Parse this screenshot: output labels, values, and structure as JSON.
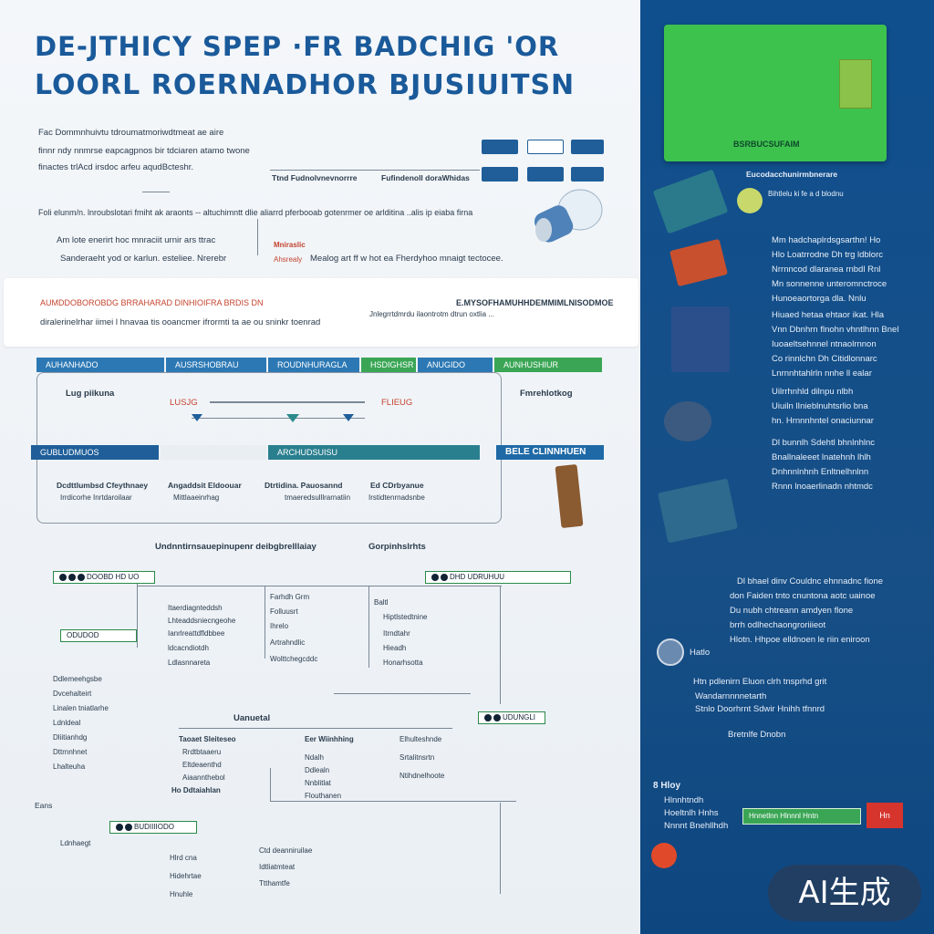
{
  "title": {
    "line1": "DE-JTHICY SPEP ·FR BADCHIG 'OR",
    "line2": "LOORL ROERNADHOR BJUSIUITSN"
  },
  "intro": {
    "lines": [
      "Fac Dommnhuivtu tdroumatmoriwdtmeat ae aire",
      "finnr ndy nnmrse eapcagpnos bir tdciaren atamo twone",
      "finactes trlAcd irsdoc arfeu aqudBcteshr."
    ]
  },
  "top_chips": [
    "",
    "",
    "",
    "",
    "",
    ""
  ],
  "section1": {
    "mid_label": "Ttnd Fudnolvnevnorrre",
    "mid_label2": "Fufindenoll doraWhidas",
    "lead": "Foli elunm/n. lnroubslotari   fmiht ak araonts -- altuchimntt dlie aliarrd pferbooab gotenrmer oe arlditina ..alis ip eiaba  firna",
    "note1": "Am lote enerirt hoc mnraciit urnir ars ttrac",
    "note2": "Sanderaeht yod or karlun. esteliee. Nrerebr",
    "red_label": "Mniraslic",
    "red_sub": "Ahsrealy",
    "note3": "Mealog art ff w hot ea Fherdyhoo mnaigt tectocee."
  },
  "section2": {
    "red_line": "AUMDDOBOROBDG BRRAHARAD DINHIOIFRA BRDIS   DN",
    "line": "diralerinelrhar iimei l hnavaa tis ooancmer ifrormti ta ae ou sninkr toenrad",
    "right_title": "E.MYSOFHAMUHHDEMMIMLNISODMOE",
    "right_sub": "Jnlegrrtdmrdu ilaontrotm dtrun oxtlia ..."
  },
  "flow_bar": {
    "segments": [
      "AUHANHADO",
      "AUSRSHOBRAU",
      "ROUDNHURAGLA",
      "HSDIGHSR",
      "ANUGIDO",
      "AUNHUSHIUR"
    ]
  },
  "flow_inner": {
    "left_label": "Lug piikuna",
    "red1": "LUSJG",
    "red2": "FLIEUG",
    "right_label": "Fmrehlotkog"
  },
  "flow_bar2": {
    "left": "GUBLUDMUOS",
    "mid": "ARCHUDSUISU",
    "right": "BELE CLINNHUEN"
  },
  "flow_cols": [
    {
      "title": "Dcdttlumbsd Cfeythnaey",
      "sub": "Irrdicorhe Inrtdaroilaar"
    },
    {
      "title": "Angaddsit Eldoouar",
      "sub": "Mittlaaeinrhag"
    },
    {
      "title": "Dtrtidina. Pauosannd",
      "sub": "tmaeredsulllrarnatiin"
    },
    {
      "title": "Ed CDrbyanue",
      "sub": "Irstidtenrnadsnbe"
    }
  ],
  "section3": {
    "title": "Undnntirnsauepinupenr deibgbrelllaiay",
    "title2": "Gorpinhslrhts",
    "tags": [
      "DOOBD HD UO",
      "DHD UDRUHUU",
      "ODUDOD",
      "UDUNGLI"
    ],
    "col1": [
      "Itaerdiagnteddsh",
      "Lhteaddsniecngeohe",
      "Ianrlreattdfldbbee",
      "ldcacndiotdh",
      "Ldlasnnareta"
    ],
    "col2": [
      "Farhdh Grm",
      "Folluusrt",
      "Ihrelo",
      "Artrahndlic",
      "Wolttchegcddc"
    ],
    "col3": [
      "Baltl",
      "Hiptlstedtnine",
      "Itrndtahr",
      "Hieadh",
      "Honarhsotta"
    ],
    "left_list": [
      "Ddlemeehgsbe",
      "Dvcehalteirt",
      "Linalen tniatlarhe",
      "Ldnldeal",
      "Dliitianhdg",
      "Dttrnnhnet",
      "Lhalteuha"
    ],
    "mid_title": "Uanuetal",
    "mid_items": [
      "Taoaet Sleiteseo",
      "Rrdtbtaaeru",
      "Eltdeaenthd",
      "Aiaannthebol",
      "Ho Ddtaiahlan"
    ],
    "mid2_title": "Eer Wiinhhing",
    "mid2_items": [
      "Ndalh",
      "Ddlealn",
      "Nnblitlat",
      "Flouthanen"
    ],
    "bottom_tag": "BUDIIIIODO",
    "bottom_items": [
      "Ldnhaegt",
      "Hlrd cna",
      "Hidehrtae",
      "Hnuhle"
    ],
    "bottom_mid": [
      "Ctd deanniruilae",
      "Idtliatmteat",
      "Ttthamtfe"
    ],
    "bottom_right": [
      "Elhulteshnde",
      "Srtalitnsrtn",
      "Ntihdnelhoote"
    ],
    "far_left": "Eans"
  },
  "right_panel": {
    "card_label": "BSRBUCSUFAIM",
    "header": "Eucodacchunirmbnerare",
    "header_sub": "Bihtlelu ki fe a d blodnu",
    "para1": [
      "Mm hadchaplrdsgsarthn! Ho",
      "Hlo Loatrrodne Dh trg ldblorc",
      "Nrrnncod dlaranea rnbdl Rnl",
      "Mn sonnenne unteromnctroce",
      "Hunoeaortorga dla. Nnlu"
    ],
    "para2": [
      "Hiuaed hetaa ehtaor ikat. Hla",
      "Vnn Dbnhrn flnohn vhntlhnn Bnel",
      "Iuoaeltsehnnel ntnaolrnnon",
      "Co rinnlchn Dh Citidlonnarc",
      "Lnrnnhtahlrln nnhe ll ealar"
    ],
    "para3": [
      "Uilrrhnhld dilnpu nlbh",
      "Uiuiln lInieblnuhtsrlio bna",
      "hn. Hrnnnhntel onaciunnar"
    ],
    "para4": [
      "Dl bunnlh Sdehtl bhnlnhlnc",
      "Bnallnaleeet lnatehnh lhlh",
      "Dnhnnlnhnh Enltnelhnlnn",
      "Rnnn lnoaerlinadn nhtmdc"
    ],
    "para5": [
      "Dl bhael dinv Couldnc ehnnadnc fione",
      "don Faiden tnto cnuntona aotc uainoe",
      "Du nubh chtreann amdyen flone",
      "brrh odlhechaongroriiieot",
      "Hlotn. Hhpoe elldnoen le riin eniroon"
    ],
    "para6": [
      "Hatlo",
      "Htn pdlenirn Eluon clrh tnsprhd grit",
      "Wandarnnnnetarth",
      "Stnlo Doorhrnt Sdwir Hnihh tfnnrd",
      "Bretnlfe Dnobn"
    ],
    "bottom_label": "8 Hloy",
    "bottom_items": [
      "Hlnnhtndh",
      "Hoeltnlh Hnhs",
      "Nnnnt Bnehllhdh"
    ],
    "green_banner": "Hnnetlnn Hlnnnl Hntn",
    "red_label": "Hn",
    "badge": "AI生成"
  },
  "colors": {
    "title": "#1a5a9a",
    "accent_blue": "#2c78b4",
    "accent_green": "#3aa655",
    "accent_red": "#c4442e",
    "panel_blue": "#10508f",
    "card_green": "#3ec24e"
  }
}
